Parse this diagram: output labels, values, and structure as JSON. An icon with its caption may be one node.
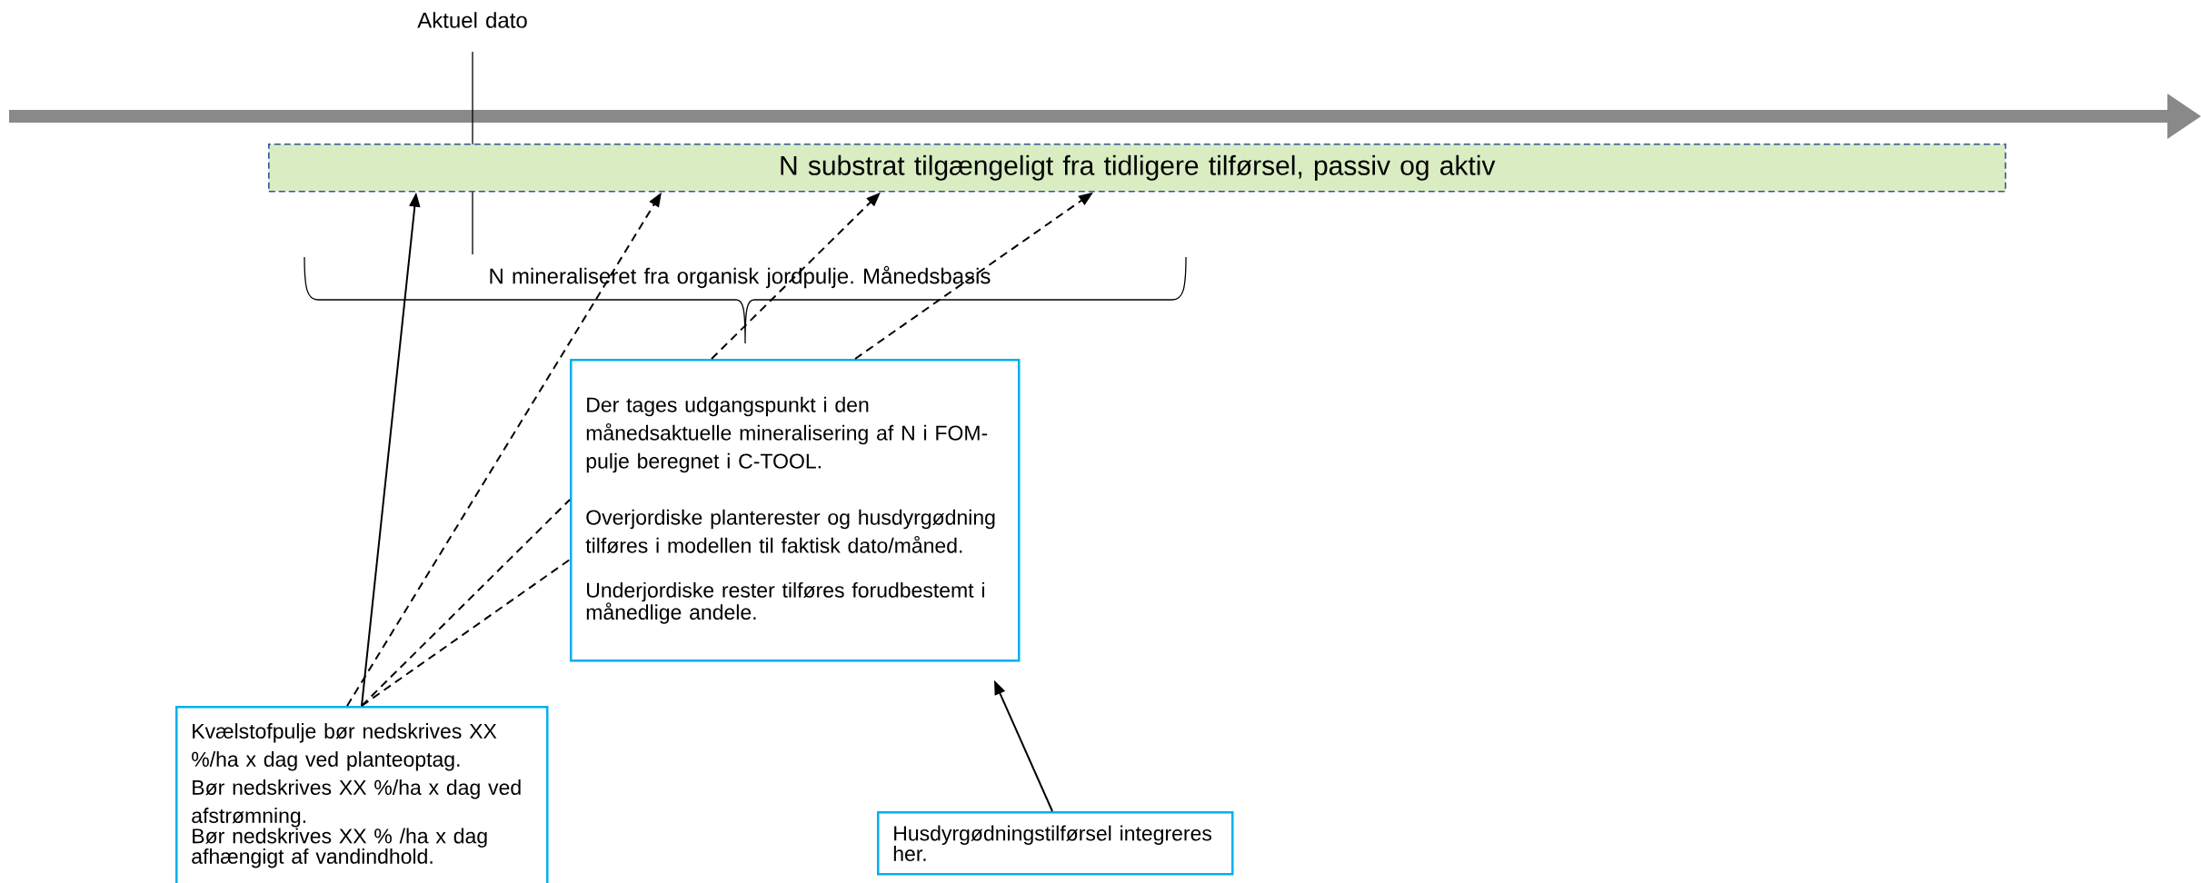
{
  "diagram": {
    "nodes": [
      {
        "text": [
          "N substrat tilgængeligt fra tidligere tilførsel, passiv og aktiv"
        ]
      },
      {
        "text": [
          "Der tages udgangspunkt i den månedsaktuelle mineralisering af N i FOM-pulje beregnet i C-TOOL.",
          "Overjordiske planterester og husdyrgødning tilføres i modellen til faktisk dato/måned.",
          "Underjordiske rester tilføres forudbestemt i månedlige andele."
        ]
      },
      {
        "text": [
          "Kvælstofpulje bør nedskrives XX %/ha x dag ved planteoptag.",
          "Bør nedskrives XX %/ha x dag ved afstrømning.",
          "Bør nedskrives XX % /ha x dag afhængigt af vandindhold."
        ]
      },
      {
        "text": [
          "Husdyrgødningstilførsel integreres her."
        ]
      }
    ],
    "edges": [
      {
        "from": 2,
        "to": 0,
        "arrow": "to"
      },
      {
        "from": 2,
        "to": 0,
        "arrow": "to",
        "style": "dashed"
      },
      {
        "from": 2,
        "to": 1,
        "arrow": "none",
        "style": "dashed"
      },
      {
        "from": 2,
        "to": 1,
        "arrow": "none",
        "style": "dashed"
      },
      {
        "from": 1,
        "to": 0,
        "arrow": "to",
        "style": "dashed"
      },
      {
        "from": 1,
        "to": 0,
        "arrow": "to",
        "style": "dashed"
      },
      {
        "from": 3,
        "to": 1,
        "arrow": "to"
      }
    ],
    "labels": [
      "Aktuel dato",
      "N mineraliseret fra organisk jordpulje. Månedsbasis"
    ]
  }
}
